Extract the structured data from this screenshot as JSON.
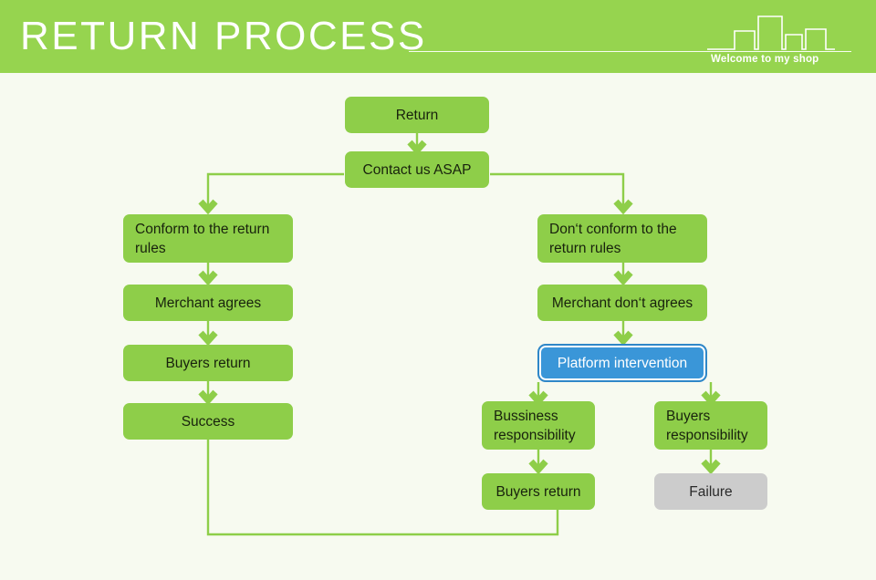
{
  "header": {
    "title": "RETURN PROCESS",
    "tagline": "Welcome to my shop",
    "bg_color": "#96d44f",
    "text_color": "#ffffff",
    "skyline_icon": "skyline-bars-icon"
  },
  "page": {
    "background_color": "#f7faf0"
  },
  "palette": {
    "node_green": "#8ece49",
    "node_grey": "#cccccc",
    "node_blue": "#3a96d8",
    "connector_green": "#8ece49"
  },
  "chart_data": {
    "type": "diagram",
    "title": "RETURN PROCESS",
    "nodes": [
      {
        "id": "return",
        "label": "Return",
        "style": "green",
        "align": "center"
      },
      {
        "id": "contact",
        "label": "Contact us ASAP",
        "style": "green",
        "align": "center"
      },
      {
        "id": "conform",
        "label": "Conform to the return\nrules",
        "style": "green",
        "align": "left"
      },
      {
        "id": "merchant-agrees",
        "label": "Merchant agrees",
        "style": "green",
        "align": "center"
      },
      {
        "id": "buyers-return-l",
        "label": "Buyers return",
        "style": "green",
        "align": "center"
      },
      {
        "id": "success",
        "label": "Success",
        "style": "green",
        "align": "center"
      },
      {
        "id": "not-conform",
        "label": "Don‘t conform to the\nreturn rules",
        "style": "green",
        "align": "left"
      },
      {
        "id": "merchant-dont",
        "label": "Merchant don‘t agrees",
        "style": "green",
        "align": "center"
      },
      {
        "id": "platform",
        "label": "Platform intervention",
        "style": "blue",
        "align": "center"
      },
      {
        "id": "business-resp",
        "label": "Bussiness\nresponsibility",
        "style": "green",
        "align": "left"
      },
      {
        "id": "buyers-resp",
        "label": "Buyers\nresponsibility",
        "style": "green",
        "align": "left"
      },
      {
        "id": "buyers-return-r",
        "label": "Buyers return",
        "style": "green",
        "align": "center"
      },
      {
        "id": "failure",
        "label": "Failure",
        "style": "grey",
        "align": "center"
      }
    ],
    "edges": [
      {
        "from": "return",
        "to": "contact"
      },
      {
        "from": "contact",
        "to": "conform"
      },
      {
        "from": "contact",
        "to": "not-conform"
      },
      {
        "from": "conform",
        "to": "merchant-agrees"
      },
      {
        "from": "merchant-agrees",
        "to": "buyers-return-l"
      },
      {
        "from": "buyers-return-l",
        "to": "success"
      },
      {
        "from": "not-conform",
        "to": "merchant-dont"
      },
      {
        "from": "merchant-dont",
        "to": "platform"
      },
      {
        "from": "platform",
        "to": "business-resp"
      },
      {
        "from": "platform",
        "to": "buyers-resp"
      },
      {
        "from": "business-resp",
        "to": "buyers-return-r"
      },
      {
        "from": "buyers-resp",
        "to": "failure"
      },
      {
        "from": "buyers-return-r",
        "to": "success"
      }
    ]
  }
}
